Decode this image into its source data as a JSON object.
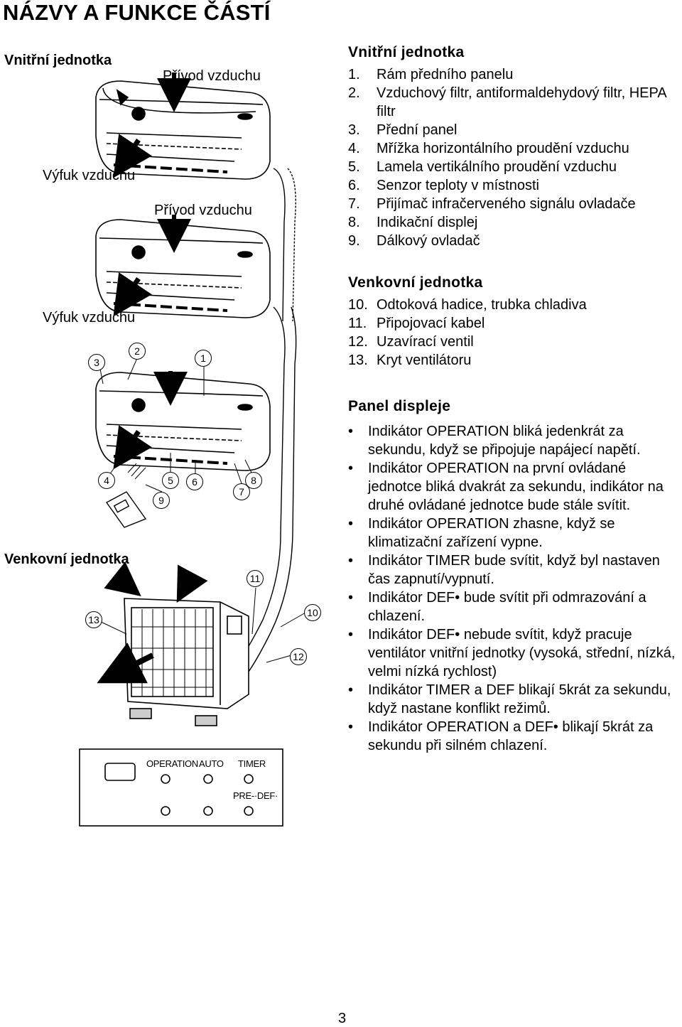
{
  "title": "NÁZVY A FUNKCE ČÁSTÍ",
  "diagram": {
    "indoor_label": "Vnitřní jednotka",
    "air_inlet_1": "Přívod vzduchu",
    "air_outlet_1": "Výfuk vzduchu",
    "air_inlet_2": "Přívod vzduchu",
    "air_outlet_2": "Výfuk vzduchu",
    "outdoor_label": "Venkovní jednotka",
    "callouts": [
      "1",
      "2",
      "3",
      "4",
      "5",
      "6",
      "7",
      "8",
      "9",
      "10",
      "11",
      "12",
      "13"
    ],
    "panel": {
      "operation": "OPERATION",
      "auto": "AUTO",
      "timer": "TIMER",
      "predef": "PRE-·DEF·"
    }
  },
  "indoor_section": {
    "heading": "Vnitřní jednotka",
    "items": [
      {
        "num": "1.",
        "text": "Rám předního panelu"
      },
      {
        "num": "2.",
        "text": "Vzduchový filtr, antiformaldehydový filtr, HEPA filtr"
      },
      {
        "num": "3.",
        "text": "Přední panel"
      },
      {
        "num": "4.",
        "text": "Mřížka horizontálního proudění vzduchu"
      },
      {
        "num": "5.",
        "text": "Lamela vertikálního proudění vzduchu"
      },
      {
        "num": "6.",
        "text": "Senzor teploty v místnosti"
      },
      {
        "num": "7.",
        "text": "Přijímač infračerveného signálu ovladače"
      },
      {
        "num": "8.",
        "text": "Indikační displej"
      },
      {
        "num": "9.",
        "text": "Dálkový ovladač"
      }
    ]
  },
  "outdoor_section": {
    "heading": "Venkovní jednotka",
    "items": [
      {
        "num": "10.",
        "text": "Odtoková hadice, trubka chladiva"
      },
      {
        "num": "11.",
        "text": "Připojovací kabel"
      },
      {
        "num": "12.",
        "text": "Uzavírací ventil"
      },
      {
        "num": "13.",
        "text": "Kryt ventilátoru"
      }
    ]
  },
  "display_section": {
    "heading": "Panel displeje",
    "bullet": "•",
    "items": [
      "Indikátor OPERATION bliká jedenkrát za sekundu, když se připojuje napájecí napětí.",
      "Indikátor OPERATION na první ovládané jednotce bliká dvakrát za sekundu, indikátor na druhé ovládané jednotce bude stále svítit.",
      "Indikátor OPERATION zhasne, když se klimatizační zařízení vypne.",
      "Indikátor TIMER bude svítit, když byl nastaven čas zapnutí/vypnutí.",
      "Indikátor DEF• bude svítit při odmrazování a chlazení.",
      "Indikátor DEF• nebude svítit, když pracuje ventilátor vnitřní jednotky (vysoká, střední, nízká, velmi nízká rychlost)",
      "Indikátor TIMER a DEF blikají 5krát za sekundu, když nastane konflikt režimů.",
      "Indikátor OPERATION a DEF• blikají 5krát za sekundu při silném chlazení."
    ]
  },
  "page_number": "3"
}
